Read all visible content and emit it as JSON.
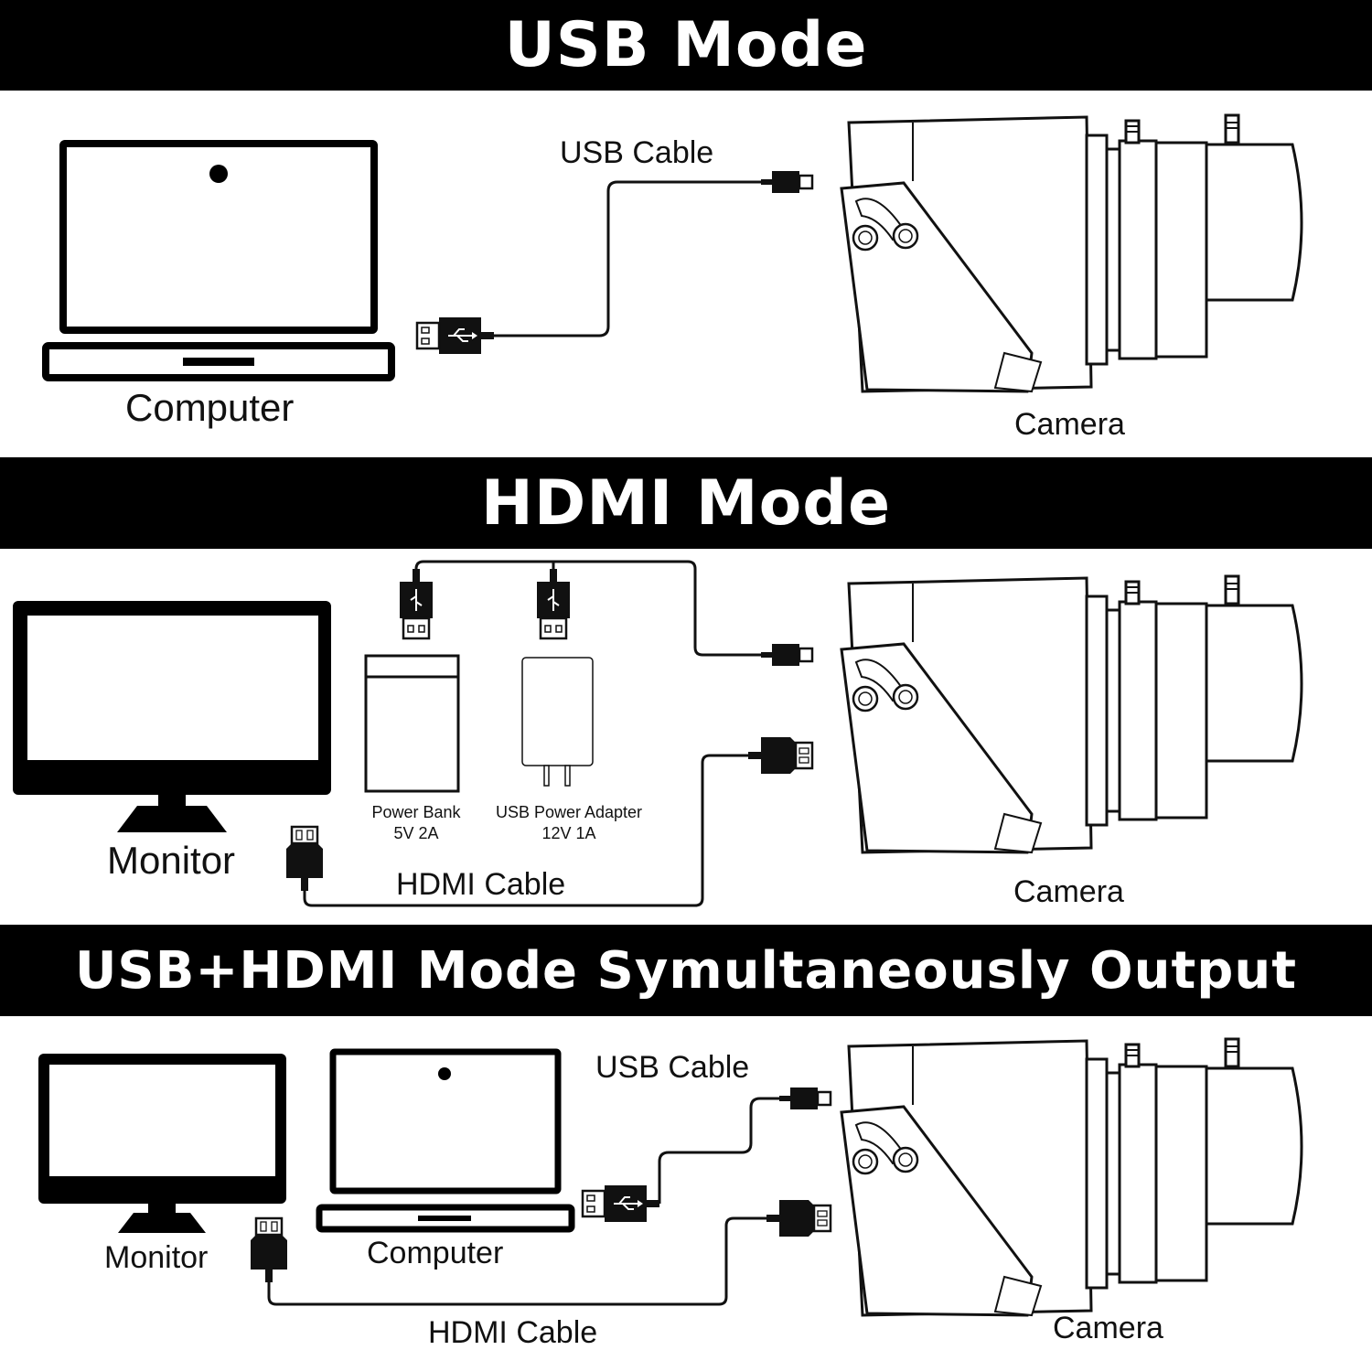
{
  "sections": [
    {
      "title": "USB Mode",
      "labels": {
        "cable": "USB Cable",
        "computer": "Computer",
        "camera": "Camera"
      }
    },
    {
      "title": "HDMI Mode",
      "labels": {
        "power_bank": "Power Bank",
        "power_bank_spec": "5V 2A",
        "adapter": "USB Power Adapter",
        "adapter_spec": "12V 1A",
        "monitor": "Monitor",
        "cable": "HDMI Cable",
        "camera": "Camera"
      }
    },
    {
      "title": "USB+HDMI Mode Symultaneously Output",
      "labels": {
        "usb_cable": "USB Cable",
        "monitor": "Monitor",
        "computer": "Computer",
        "hdmi_cable": "HDMI Cable",
        "camera": "Camera"
      }
    }
  ],
  "colors": {
    "banner_bg": "#000000",
    "banner_text": "#ffffff",
    "line": "#111111"
  },
  "icons": [
    "laptop-icon",
    "monitor-icon",
    "camera-icon",
    "usb-a-plug-icon",
    "micro-usb-plug-icon",
    "hdmi-plug-icon",
    "power-bank-icon",
    "power-adapter-icon"
  ]
}
